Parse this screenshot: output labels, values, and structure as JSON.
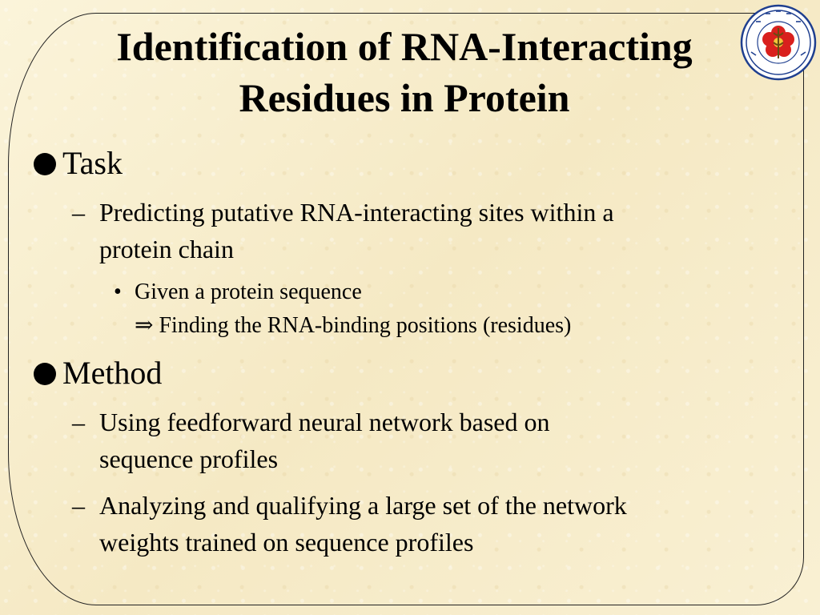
{
  "slide": {
    "title_line1": "Identification of RNA-Interacting",
    "title_line2": "Residues in Protein",
    "logo": {
      "icon": "university-seal-icon",
      "ring_color": "#1f3f8f",
      "flower_color": "#d9201d"
    },
    "sections": [
      {
        "heading": "Task",
        "items": [
          {
            "text": "Predicting putative RNA-interacting sites within a",
            "continuation": "protein chain",
            "subitems": [
              {
                "line1": "Given a protein sequence",
                "arrow": "⇒",
                "line2": "Finding the RNA-binding positions (residues)"
              }
            ]
          }
        ]
      },
      {
        "heading": "Method",
        "items": [
          {
            "text": "Using feedforward neural network based on",
            "continuation": "sequence profiles"
          },
          {
            "text": "Analyzing and qualifying a large set of the network",
            "continuation": "weights trained on sequence profiles"
          }
        ]
      }
    ]
  }
}
